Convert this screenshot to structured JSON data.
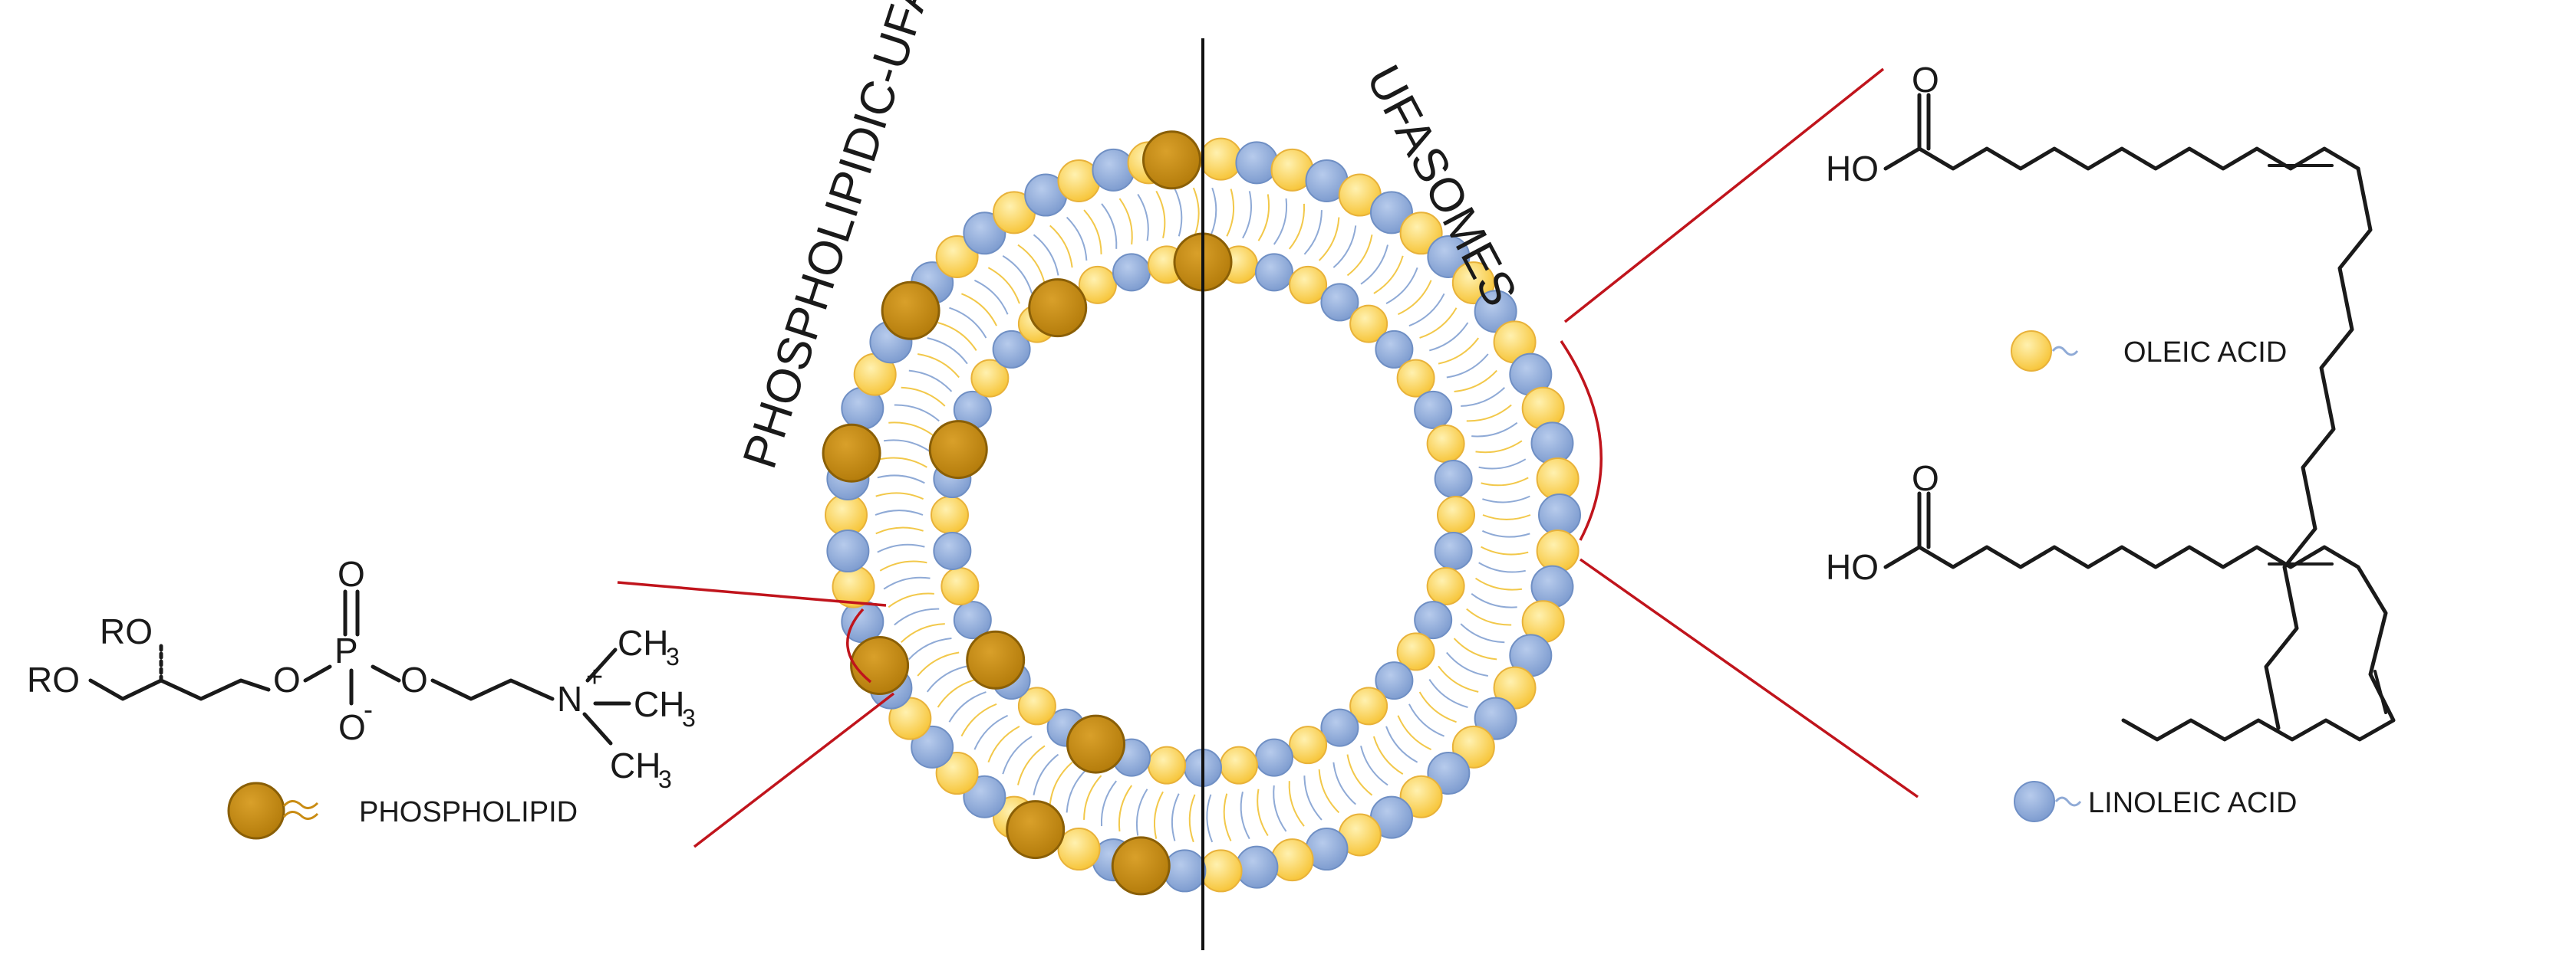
{
  "labels": {
    "left_title": "PHOSPHOLIPIDIC-UFASOMES",
    "right_title": "UFASOMES"
  },
  "legend": {
    "oleic": "OLEIC ACID",
    "linoleic": "LINOLEIC ACID",
    "phospholipid": "PHOSPHOLIPID"
  },
  "phospholipid_structure": {
    "ro_top": "RO",
    "ro_left": "RO",
    "o_double_top": "O",
    "o_bridge_left": "O",
    "p": "P",
    "o_minus": "O",
    "minus_sign": "-",
    "o_bridge_right": "O",
    "n": "N",
    "plus_sign": "+",
    "ch3_top": "CH",
    "ch3_right": "CH",
    "ch3_bottom": "CH",
    "sub3": "3"
  },
  "oleic_structure": {
    "carbonyl_o": "O",
    "hydroxyl": "HO"
  },
  "linoleic_structure": {
    "carbonyl_o": "O",
    "hydroxyl": "HO"
  },
  "colors": {
    "oleic_head": "#fbd35a",
    "linoleic_head": "#8faad6",
    "phospholipid_head": "#c98c14",
    "callout_line": "#c0141c"
  },
  "icons": [
    "oleic-acid-icon",
    "linoleic-acid-icon",
    "phospholipid-icon",
    "vesicle-diagram"
  ]
}
